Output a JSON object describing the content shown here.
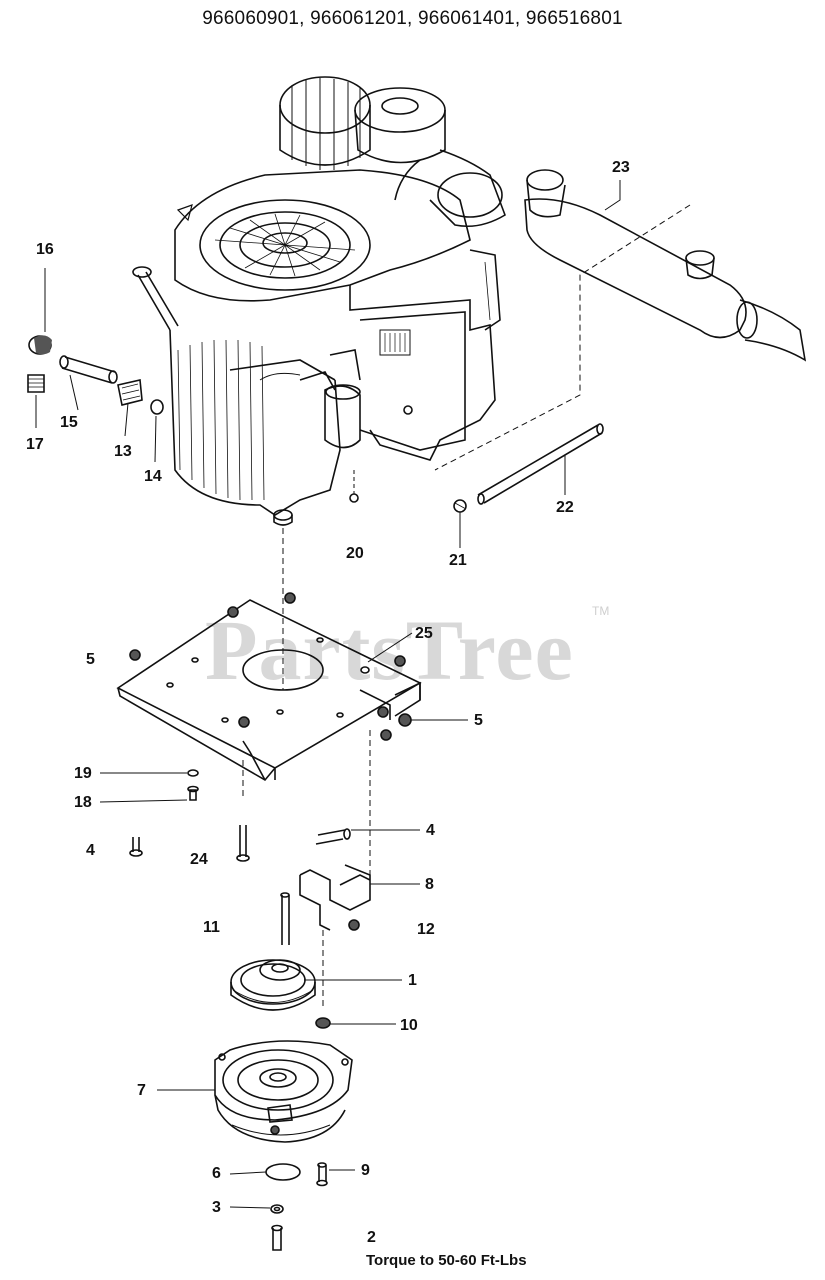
{
  "header": {
    "models": "966060901, 966061201, 966061401, 966516801"
  },
  "watermark": {
    "text": "PartsTree",
    "tm": "TM"
  },
  "note": {
    "torque": "Torque to 50-60 Ft-Lbs"
  },
  "callouts": {
    "c1": "1",
    "c2": "2",
    "c3": "3",
    "c4a": "4",
    "c4b": "4",
    "c5a": "5",
    "c5b": "5",
    "c6": "6",
    "c7": "7",
    "c8": "8",
    "c9": "9",
    "c10": "10",
    "c11": "11",
    "c12": "12",
    "c13": "13",
    "c14": "14",
    "c15": "15",
    "c16": "16",
    "c17": "17",
    "c18": "18",
    "c19": "19",
    "c20": "20",
    "c21": "21",
    "c22": "22",
    "c23": "23",
    "c24": "24",
    "c25": "25"
  },
  "colors": {
    "ink": "#111111",
    "watermark": "#d8d8d8"
  }
}
